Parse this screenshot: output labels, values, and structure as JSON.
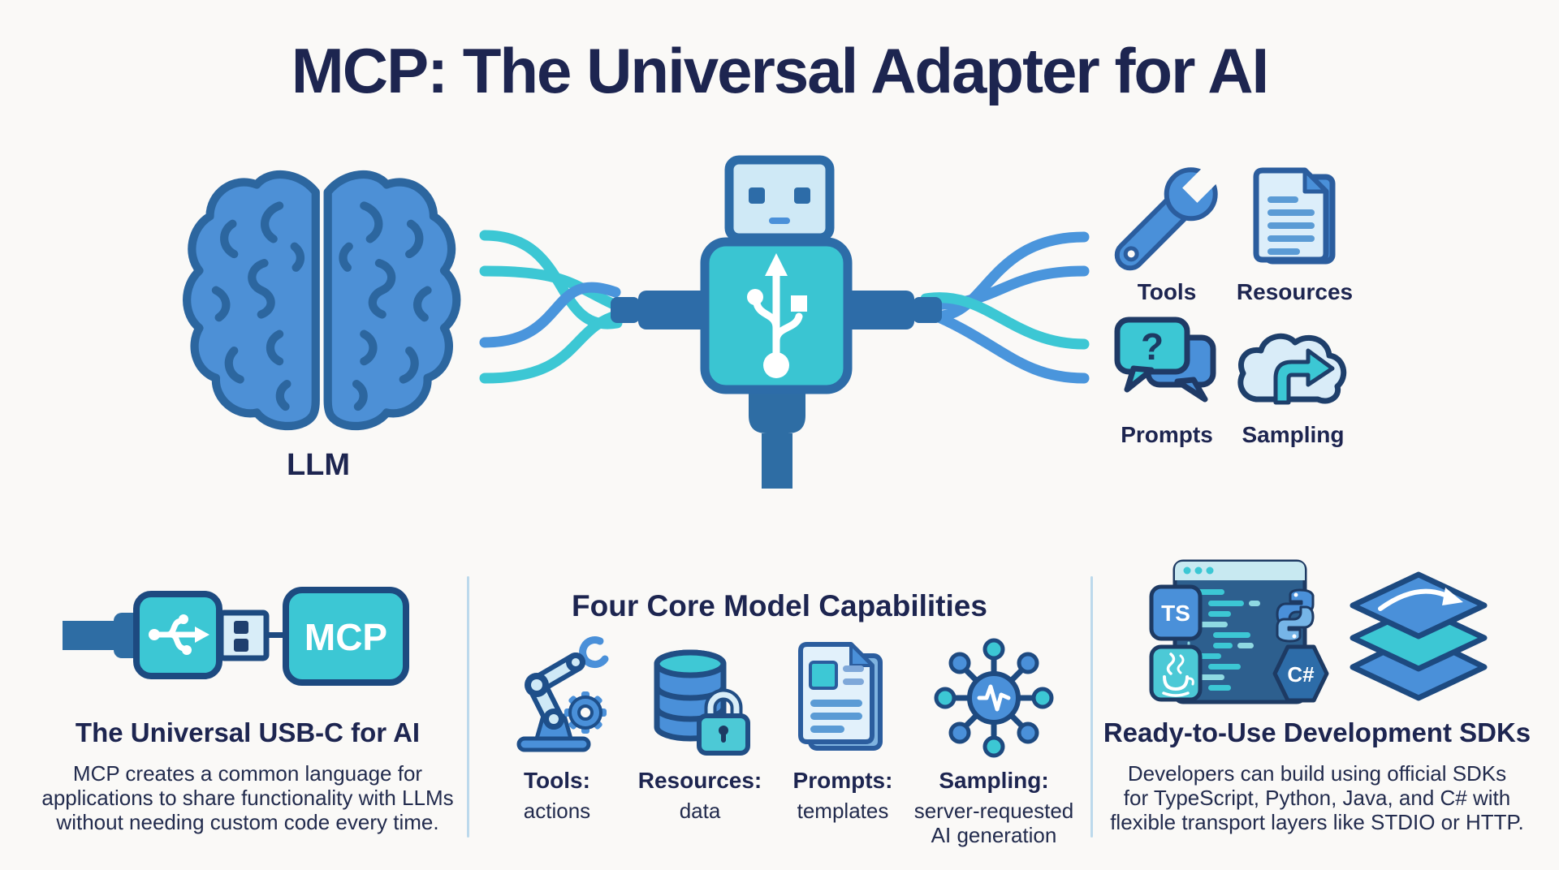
{
  "title": "MCP: The Universal Adapter for AI",
  "colors": {
    "navy_text": "#1d2550",
    "outline_navy": "#1d4a80",
    "blue": "#4a90d9",
    "dark_blue": "#2d6ca8",
    "mid_blue": "#2e6da4",
    "teal": "#3cc7d4",
    "light_blue": "#d6ecf8",
    "background": "#faf9f7",
    "divider": "#bcd9ec"
  },
  "top": {
    "brain_icon": "brain-icon",
    "adapter_icon": "usb-adapter-robot-icon",
    "wires_icon": "braided-wires-icon",
    "llm_label": "LLM",
    "capabilities": [
      {
        "label": "Tools",
        "icon": "wrench-icon"
      },
      {
        "label": "Resources",
        "icon": "documents-icon"
      },
      {
        "label": "Prompts",
        "icon": "chat-bubbles-icon",
        "glyph": "?"
      },
      {
        "label": "Sampling",
        "icon": "cloud-arrow-icon"
      }
    ]
  },
  "bottom_left": {
    "icon": "usb-plug-mcp-icon",
    "plug_label": "MCP",
    "heading": "The Universal USB-C for AI",
    "lines": [
      "MCP creates a common language for",
      "applications to share functionality with LLMs",
      "without needing custom code every time."
    ]
  },
  "bottom_middle": {
    "heading": "Four Core Model Capabilities",
    "items": [
      {
        "term": "Tools:",
        "desc": "actions",
        "icon": "robot-arm-icon"
      },
      {
        "term": "Resources:",
        "desc": "data",
        "icon": "database-lock-icon"
      },
      {
        "term": "Prompts:",
        "desc": "templates",
        "icon": "document-template-icon"
      },
      {
        "term": "Sampling:",
        "desc": "server-requested AI generation",
        "icon": "network-pulse-icon"
      }
    ]
  },
  "bottom_right": {
    "icons": [
      "code-editor-icon",
      "typescript-badge",
      "java-badge",
      "python-logo",
      "csharp-badge",
      "layers-icon"
    ],
    "badges": {
      "typescript": "TS",
      "csharp": "C#"
    },
    "heading": "Ready-to-Use Development SDKs",
    "lines": [
      "Developers can build using official SDKs",
      "for TypeScript, Python, Java, and C# with",
      "flexible transport layers like STDIO or HTTP."
    ]
  }
}
